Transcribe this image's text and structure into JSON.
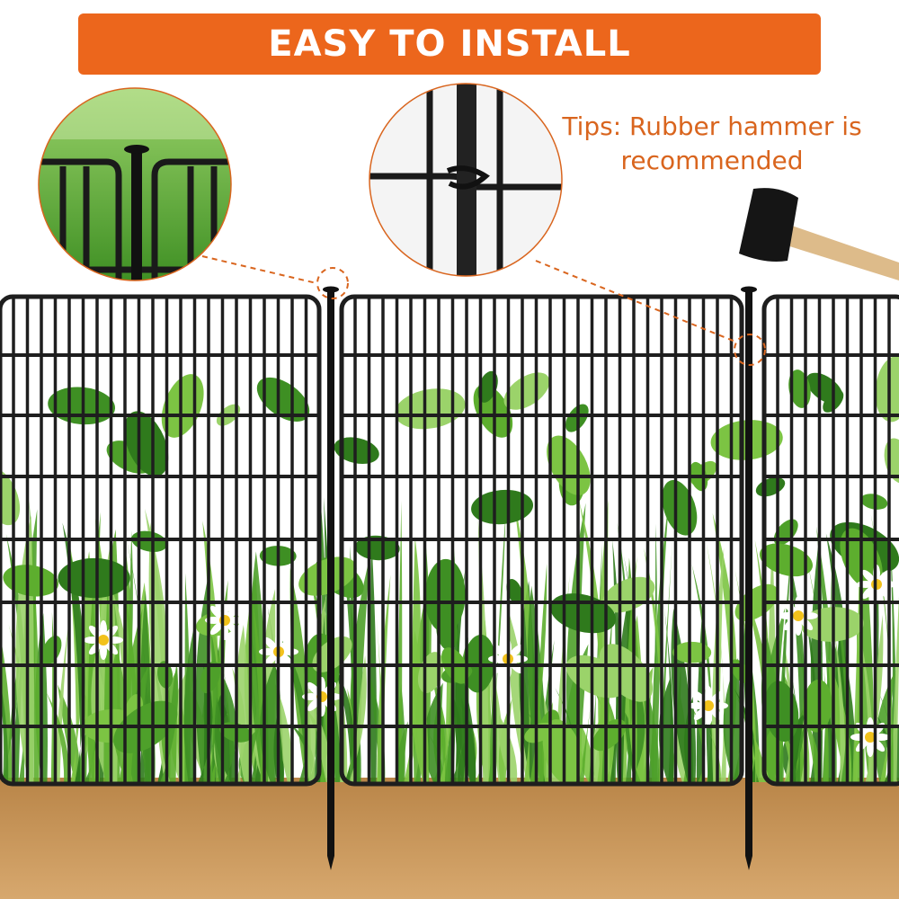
{
  "banner": {
    "title": "EASY TO INSTALL"
  },
  "tips": {
    "line1": "Tips: Rubber hammer is",
    "line2": "recommended"
  },
  "colors": {
    "accent": "#EC661C",
    "tip_text": "#D9651E",
    "fence": "#1E1E1E",
    "foliage": "#5DAE2E",
    "soil": "#C8955A"
  },
  "icons": [
    "rubber-hammer",
    "fence-stake-detail",
    "fence-clip-detail"
  ]
}
